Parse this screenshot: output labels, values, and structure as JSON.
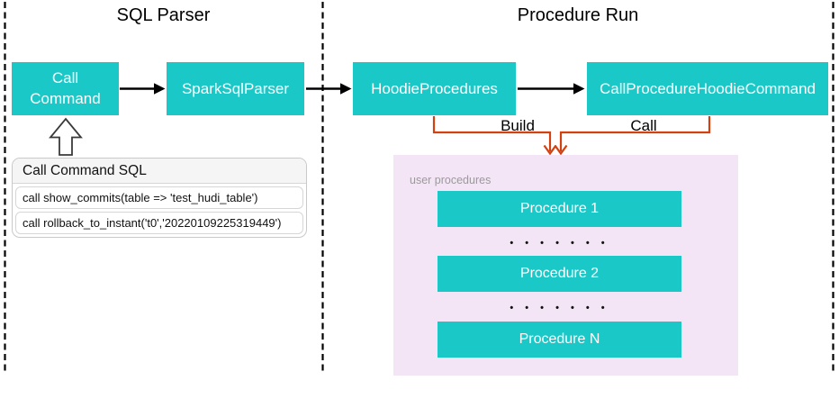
{
  "titles": {
    "left": "SQL Parser",
    "right": "Procedure Run"
  },
  "nodes": {
    "call_command": "Call\nCommand",
    "spark_sql_parser": "SparkSqlParser",
    "hoodie_procedures": "HoodieProcedures",
    "call_procedure_hoodie_command": "CallProcedureHoodieCommand"
  },
  "edge_labels": {
    "build": "Build",
    "call": "Call"
  },
  "sql_panel": {
    "title": "Call Command SQL",
    "rows": [
      "call show_commits(table => 'test_hudi_table')",
      "call rollback_to_instant('t0','20220109225319449')"
    ]
  },
  "user_procedures": {
    "label": "user procedures",
    "items": [
      "Procedure 1",
      "Procedure 2",
      "Procedure N"
    ],
    "dots": "• • • • • • •"
  },
  "colors": {
    "teal": "#1BC8C8",
    "pink": "#F4E5F6",
    "orange": "#D2410F",
    "graytext": "#9A9A9A"
  }
}
